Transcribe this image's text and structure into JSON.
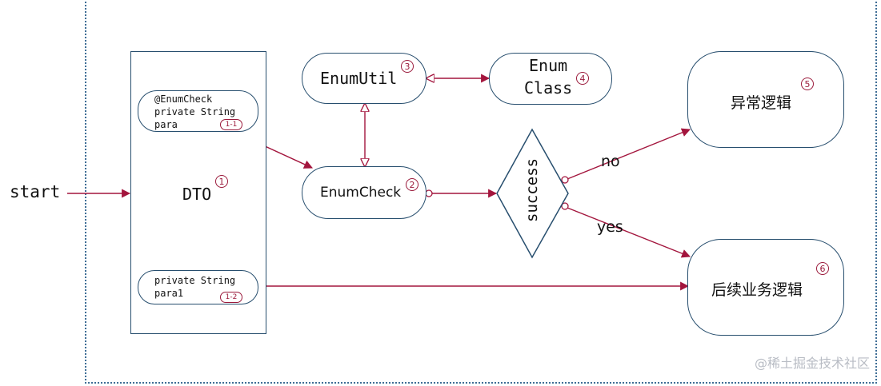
{
  "start_label": "start",
  "dto": {
    "label": "DTO",
    "badge": "1",
    "field1": {
      "line1": "@EnumCheck",
      "line2": "private String",
      "line3": "para",
      "badge": "1-1"
    },
    "field2": {
      "line1": "private String",
      "line2": "para1",
      "badge": "1-2"
    }
  },
  "enum_check": {
    "label": "EnumCheck",
    "badge": "2"
  },
  "enum_util": {
    "label": "EnumUtil",
    "badge": "3"
  },
  "enum_class": {
    "line1": "Enum",
    "line2": "Class",
    "badge": "4"
  },
  "decision": {
    "label": "success"
  },
  "exception_logic": {
    "label": "异常逻辑",
    "badge": "5"
  },
  "followup_logic": {
    "label": "后续业务逻辑",
    "badge": "6"
  },
  "edge_labels": {
    "no": "no",
    "yes": "yes"
  },
  "watermark": "@稀土掘金技术社区",
  "colors": {
    "box_border": "#274e6e",
    "arrow": "#a3153d",
    "frame": "#3f6e96"
  }
}
